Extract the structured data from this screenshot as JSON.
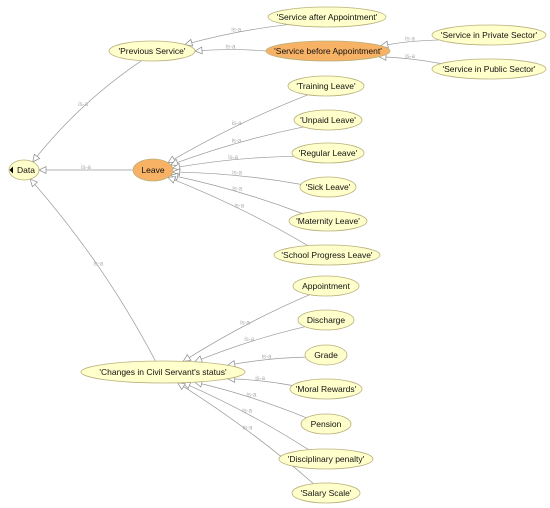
{
  "diagram": {
    "edge_label": "is-a",
    "colors": {
      "node_fill": "#ffffcc",
      "highlight_fill": "#f7b266",
      "edge": "#9a9a9a"
    },
    "nodes": [
      {
        "id": "data",
        "label": "Data",
        "highlight": false,
        "root": true
      },
      {
        "id": "previous-service",
        "label": "'Previous Service'",
        "highlight": false
      },
      {
        "id": "service-after-appointment",
        "label": "'Service after Appointment'",
        "highlight": false
      },
      {
        "id": "service-before-appointment",
        "label": "'Service before Appointment'",
        "highlight": true
      },
      {
        "id": "service-in-private-sector",
        "label": "'Service in Private Sector'",
        "highlight": false
      },
      {
        "id": "service-in-public-sector",
        "label": "'Service in Public Sector'",
        "highlight": false
      },
      {
        "id": "leave",
        "label": "Leave",
        "highlight": true
      },
      {
        "id": "training-leave",
        "label": "'Training Leave'",
        "highlight": false
      },
      {
        "id": "unpaid-leave",
        "label": "'Unpaid Leave'",
        "highlight": false
      },
      {
        "id": "regular-leave",
        "label": "'Regular Leave'",
        "highlight": false
      },
      {
        "id": "sick-leave",
        "label": "'Sick Leave'",
        "highlight": false
      },
      {
        "id": "maternity-leave",
        "label": "'Maternity Leave'",
        "highlight": false
      },
      {
        "id": "school-progress-leave",
        "label": "'School Progress Leave'",
        "highlight": false
      },
      {
        "id": "changes-status",
        "label": "'Changes in Civil Servant's status'",
        "highlight": false
      },
      {
        "id": "appointment",
        "label": "Appointment",
        "highlight": false
      },
      {
        "id": "discharge",
        "label": "Discharge",
        "highlight": false
      },
      {
        "id": "grade",
        "label": "Grade",
        "highlight": false
      },
      {
        "id": "moral-rewards",
        "label": "'Moral Rewards'",
        "highlight": false
      },
      {
        "id": "pension",
        "label": "Pension",
        "highlight": false
      },
      {
        "id": "disciplinary-penalty",
        "label": "'Disciplinary penalty'",
        "highlight": false
      },
      {
        "id": "salary-scale",
        "label": "'Salary Scale'",
        "highlight": false
      }
    ],
    "edges": [
      {
        "from": "previous-service",
        "to": "data",
        "label": "is-a"
      },
      {
        "from": "leave",
        "to": "data",
        "label": "is-a"
      },
      {
        "from": "changes-status",
        "to": "data",
        "label": "is-a"
      },
      {
        "from": "service-after-appointment",
        "to": "previous-service",
        "label": "is-a"
      },
      {
        "from": "service-before-appointment",
        "to": "previous-service",
        "label": "is-a"
      },
      {
        "from": "service-in-private-sector",
        "to": "service-before-appointment",
        "label": "is-a"
      },
      {
        "from": "service-in-public-sector",
        "to": "service-before-appointment",
        "label": "is-a"
      },
      {
        "from": "training-leave",
        "to": "leave",
        "label": "is-a"
      },
      {
        "from": "unpaid-leave",
        "to": "leave",
        "label": "is-a"
      },
      {
        "from": "regular-leave",
        "to": "leave",
        "label": "is-a"
      },
      {
        "from": "sick-leave",
        "to": "leave",
        "label": "is-a"
      },
      {
        "from": "maternity-leave",
        "to": "leave",
        "label": "is-a"
      },
      {
        "from": "school-progress-leave",
        "to": "leave",
        "label": "is-a"
      },
      {
        "from": "appointment",
        "to": "changes-status",
        "label": "is-a"
      },
      {
        "from": "discharge",
        "to": "changes-status",
        "label": "is-a"
      },
      {
        "from": "grade",
        "to": "changes-status",
        "label": "is-a"
      },
      {
        "from": "moral-rewards",
        "to": "changes-status",
        "label": "is-a"
      },
      {
        "from": "pension",
        "to": "changes-status",
        "label": "is-a"
      },
      {
        "from": "disciplinary-penalty",
        "to": "changes-status",
        "label": "is-a"
      },
      {
        "from": "salary-scale",
        "to": "changes-status",
        "label": "is-a"
      }
    ]
  }
}
